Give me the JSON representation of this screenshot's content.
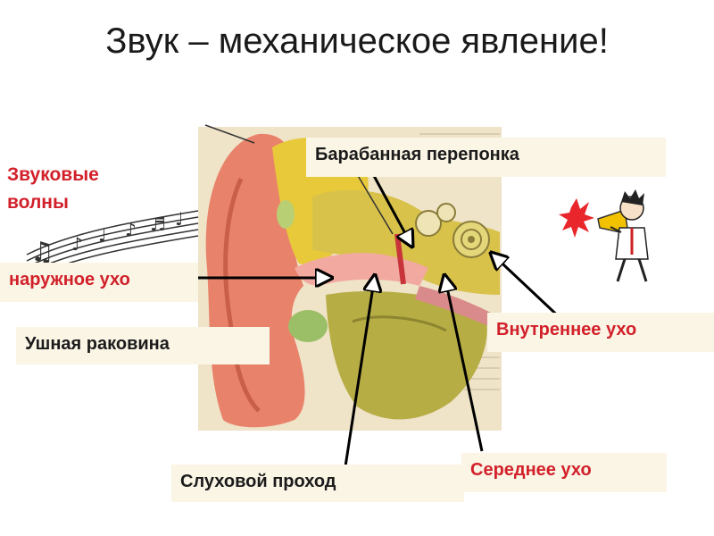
{
  "title": "Звук – механическое явление!",
  "labels": {
    "sound_waves_line1": "Звуковые",
    "sound_waves_line2": "волны",
    "outer_ear": "наружное ухо",
    "auricle": "Ушная раковина",
    "eardrum": "Барабанная перепонка",
    "inner_ear": "Внутреннее ухо",
    "ear_canal": "Слуховой проход",
    "middle_ear": "Середнее ухо"
  },
  "colors": {
    "label_red": "#d2202a",
    "label_dark": "#1b1b1b",
    "label_bg": "#fbf5e6",
    "skin": "#e9826a",
    "cartilage": "#e8c93a",
    "bone": "#b7ad45"
  },
  "illustrations": {
    "ear": "ear-cross-section",
    "waves": "music-staff-with-notes",
    "speaker": "man-with-megaphone-icon"
  }
}
